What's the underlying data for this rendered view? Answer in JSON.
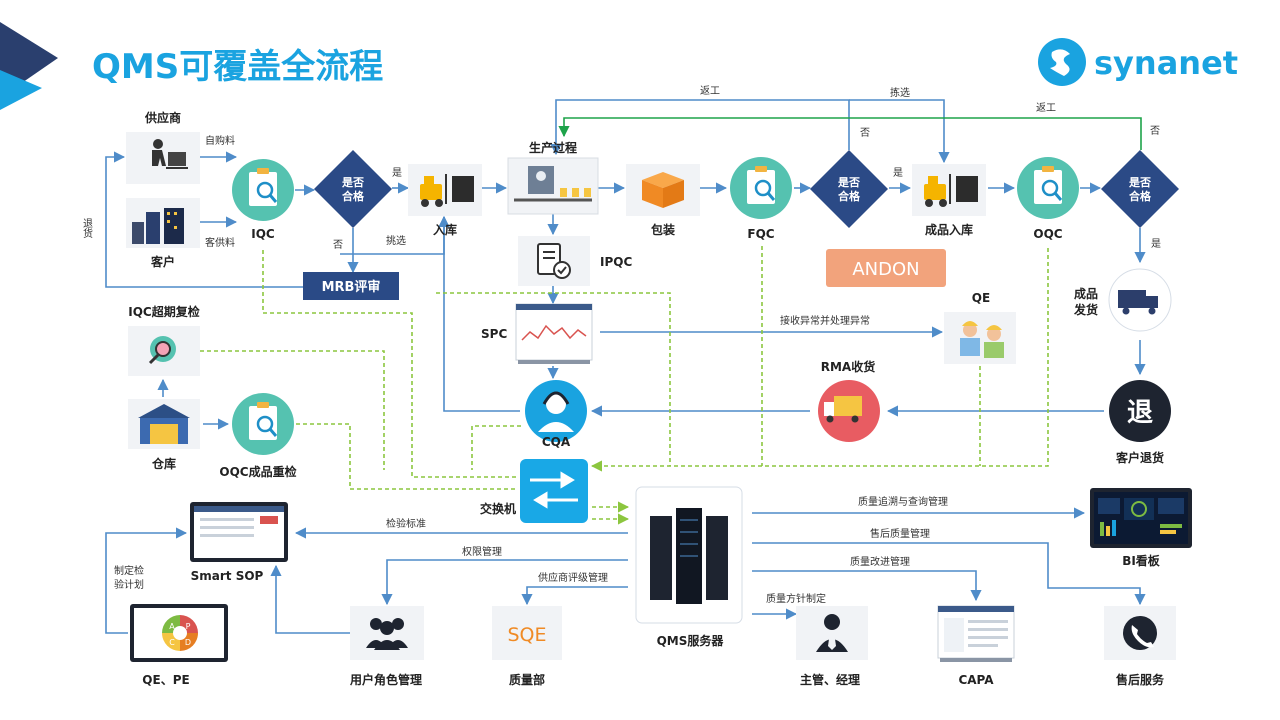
{
  "title": "QMS可覆盖全流程",
  "brand": {
    "name": "synanet",
    "color": "#1aa3e0"
  },
  "colors": {
    "title": "#1aa3e0",
    "navy": "#2a3f6e",
    "decision": "#2b4a86",
    "arrow": "#4f8cc9",
    "rework": "#1ea34a",
    "dashed": "#8cc63f",
    "teal": "#55c2b0",
    "andon": "#f2a37c",
    "mrb": "#2a4a86",
    "switch": "#19a8e6"
  },
  "nodes": {
    "supplier": "供应商",
    "customer": "客户",
    "self_purchase": "自购料",
    "customer_supply": "客供料",
    "return_goods": "退货",
    "iqc": "IQC",
    "decision1": {
      "line1": "是否",
      "line2": "合格"
    },
    "yes1": "是",
    "no1": "否",
    "pick1": "挑选",
    "mrb": "MRB评审",
    "inbound": "入库",
    "production": "生产过程",
    "ipqc": "IPQC",
    "spc": "SPC",
    "packaging": "包装",
    "fqc": "FQC",
    "decision2": {
      "line1": "是否",
      "line2": "合格"
    },
    "yes2": "是",
    "no2": "否",
    "finished_inbound": "成品入库",
    "oqc": "OQC",
    "decision3": {
      "line1": "是否",
      "line2": "合格"
    },
    "no3": "否",
    "yes3": "是",
    "rework_top": "返工",
    "pick_top": "拣选",
    "rework_right": "返工",
    "andon": "ANDON",
    "qe": "QE",
    "spc_qe": "接收异常并处理异常",
    "shipping_l1": "成品",
    "shipping_l2": "发货",
    "customer_return_icon": "退",
    "customer_return": "客户退货",
    "rma": "RMA收货",
    "cqa": "CQA",
    "iqc_recheck": "IQC超期复检",
    "warehouse": "仓库",
    "oqc_recheck": "OQC成品重检",
    "switch": "交换机",
    "smart_sop": "Smart SOP",
    "inspection_std": "检验标准",
    "plan_l1": "制定检",
    "plan_l2": "验计划",
    "qe_pe": "QE、PE",
    "permission": "权限管理",
    "user_role": "用户角色管理",
    "supplier_rating": "供应商评级管理",
    "sqe": "SQE",
    "quality_dept": "质量部",
    "qms_server": "QMS服务器",
    "trace": "质量追溯与查询管理",
    "aftersale_mgmt": "售后质量管理",
    "improve": "质量改进管理",
    "policy": "质量方针制定",
    "bi": "BI看板",
    "manager": "主管、经理",
    "capa": "CAPA",
    "aftersale_service": "售后服务",
    "pdca_p": "P",
    "pdca_d": "D",
    "pdca_c": "C",
    "pdca_a": "A"
  }
}
